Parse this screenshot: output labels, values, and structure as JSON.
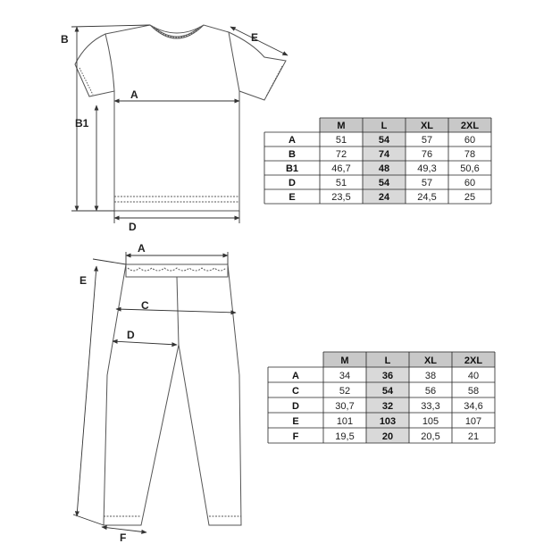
{
  "shirt": {
    "labels": {
      "A": "A",
      "B": "B",
      "B1": "B1",
      "D": "D",
      "E": "E"
    },
    "table": {
      "headers": [
        "M",
        "L",
        "XL",
        "2XL"
      ],
      "rows": [
        {
          "label": "A",
          "values": [
            "51",
            "54",
            "57",
            "60"
          ]
        },
        {
          "label": "B",
          "values": [
            "72",
            "74",
            "76",
            "78"
          ]
        },
        {
          "label": "B1",
          "values": [
            "46,7",
            "48",
            "49,3",
            "50,6"
          ]
        },
        {
          "label": "D",
          "values": [
            "51",
            "54",
            "57",
            "60"
          ]
        },
        {
          "label": "E",
          "values": [
            "23,5",
            "24",
            "24,5",
            "25"
          ]
        }
      ]
    }
  },
  "pants": {
    "labels": {
      "A": "A",
      "C": "C",
      "D": "D",
      "E": "E",
      "F": "F"
    },
    "table": {
      "headers": [
        "M",
        "L",
        "XL",
        "2XL"
      ],
      "rows": [
        {
          "label": "A",
          "values": [
            "34",
            "36",
            "38",
            "40"
          ]
        },
        {
          "label": "C",
          "values": [
            "52",
            "54",
            "56",
            "58"
          ]
        },
        {
          "label": "D",
          "values": [
            "30,7",
            "32",
            "33,3",
            "34,6"
          ]
        },
        {
          "label": "E",
          "values": [
            "101",
            "103",
            "105",
            "107"
          ]
        },
        {
          "label": "F",
          "values": [
            "19,5",
            "20",
            "20,5",
            "21"
          ]
        }
      ]
    }
  },
  "colors": {
    "header_fill": "#c8c8c8",
    "highlight_fill": "#d9d9d9",
    "line": "#555555"
  }
}
